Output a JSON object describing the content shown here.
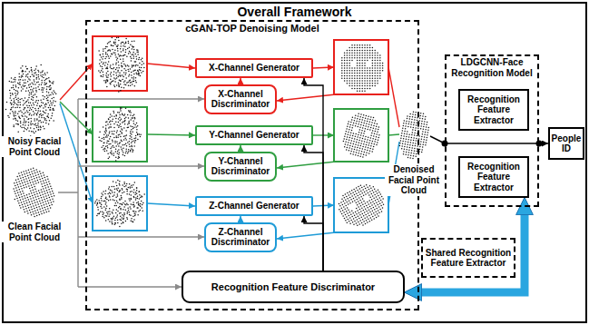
{
  "diagram": {
    "nodes": [
      {
        "text": [
          "Overall Framework"
        ]
      },
      {
        "text": [
          "cGAN-TOP Denoising Model"
        ],
        "in": 0
      },
      {
        "text": [
          "X-Channel Generator"
        ],
        "in": 1
      },
      {
        "text": [
          "X-Channel Discriminator"
        ],
        "in": 1
      },
      {
        "text": [
          "Y-Channel Generator"
        ],
        "in": 1
      },
      {
        "text": [
          "Y-Channel Discriminator"
        ],
        "in": 1
      },
      {
        "text": [
          "Z-Channel Generator"
        ],
        "in": 1
      },
      {
        "text": [
          "Z-Channel Discriminator"
        ],
        "in": 1
      },
      {
        "text": [
          "Recognition Feature Discriminator"
        ],
        "in": 1
      },
      {
        "text": [
          "LDGCNN-Face Recognition Model"
        ],
        "in": 0
      },
      {
        "text": [
          "Recognition Feature Extractor"
        ],
        "in": 9
      },
      {
        "text": [
          "Recognition Feature Extractor"
        ],
        "in": 9
      },
      {
        "text": [
          "People ID"
        ],
        "in": 0
      },
      {
        "text": [
          "Shared Recognition Feature Extractor"
        ],
        "in": 0
      }
    ],
    "edges": [
      {
        "from": 3,
        "to": 2,
        "arrow": "to"
      },
      {
        "from": 5,
        "to": 4,
        "arrow": "to"
      },
      {
        "from": 7,
        "to": 6,
        "arrow": "to"
      },
      {
        "from": 8,
        "to": 2,
        "arrow": "to"
      },
      {
        "from": 8,
        "to": 4,
        "arrow": "to"
      },
      {
        "from": 8,
        "to": 6,
        "arrow": "to"
      },
      {
        "from": 9,
        "to": 12,
        "arrow": "to"
      },
      {
        "from": 11,
        "to": 8,
        "arrow": "both"
      }
    ],
    "labels": [
      "Noisy Facial Point Cloud",
      "Clean Facial Point Cloud",
      "Denoised Facial Point Cloud"
    ]
  }
}
